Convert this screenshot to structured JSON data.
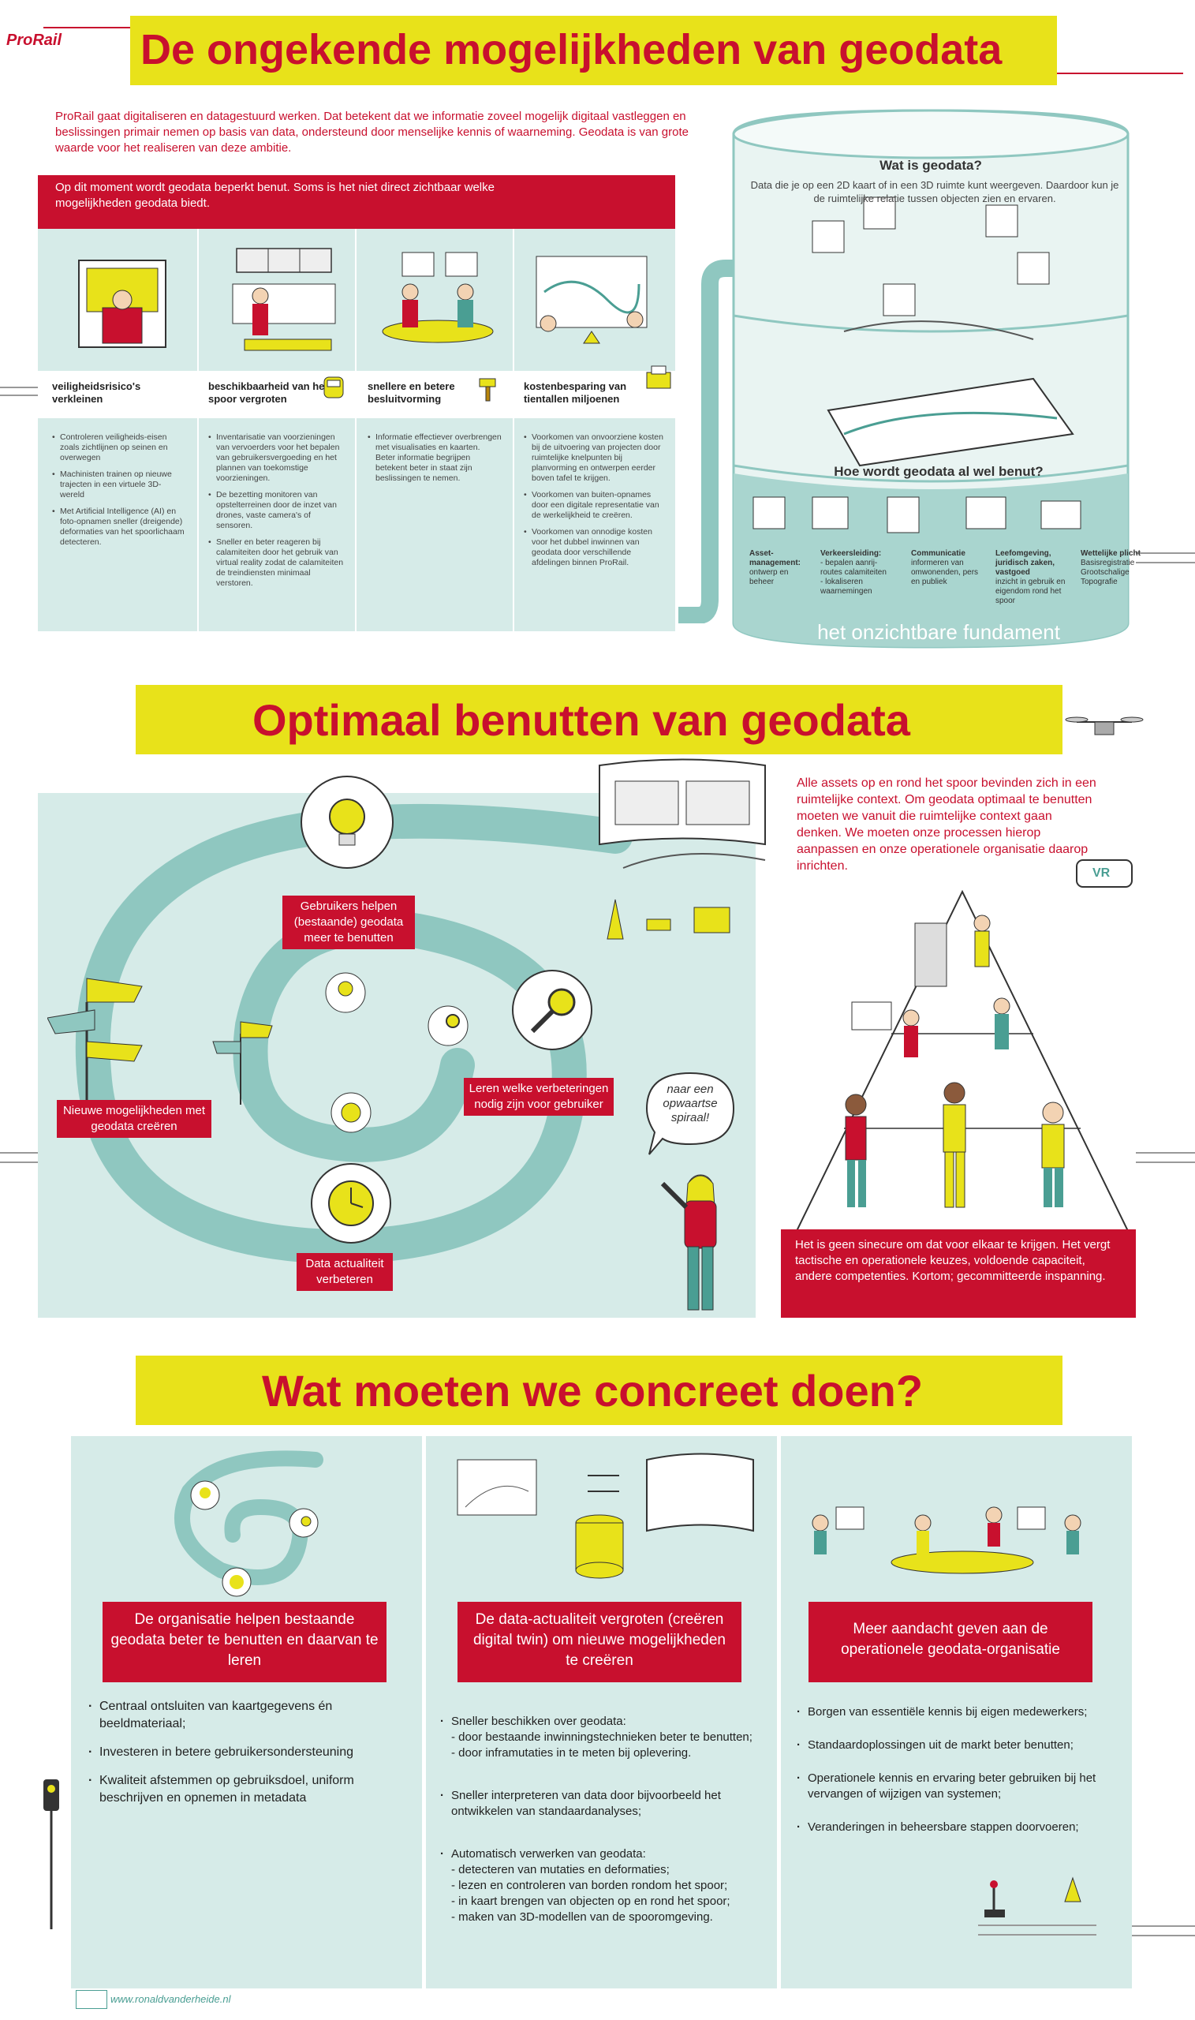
{
  "brand": {
    "logo": "ProRail"
  },
  "section1": {
    "title": "De ongekende mogelijkheden van geodata",
    "intro": "ProRail gaat digitaliseren en datagestuurd werken. Dat betekent dat we informatie zoveel mogelijk digitaal vastleggen en beslissingen primair nemen op basis van data, ondersteund door menselijke kennis of waarneming. Geodata is van grote waarde voor het realiseren van deze ambitie.",
    "banner": "Op dit moment wordt geodata beperkt benut. Soms is het niet direct zichtbaar welke mogelijkheden geodata biedt.",
    "columns": [
      {
        "title": "veiligheidsrisico's verkleinen",
        "bullets": [
          "Controleren veiligheids-eisen zoals zichtlijnen op seinen en overwegen",
          "Machinisten trainen op nieuwe trajecten in een virtuele 3D- wereld",
          "Met Artificial Intelligence (AI) en foto-opnamen sneller (dreigende) deformaties van het spoorlichaam detecteren."
        ]
      },
      {
        "title": "beschikbaarheid van het spoor vergroten",
        "bullets": [
          "Inventarisatie van voorzieningen van vervoerders voor het bepalen van gebruikersvergoeding en het plannen van toekomstige voorzieningen.",
          "De bezetting monitoren van opstelterreinen door de inzet van drones, vaste camera's of sensoren.",
          "Sneller en beter reageren bij calamiteiten door het gebruik van virtual reality zodat de calamiteiten de treindiensten minimaal verstoren."
        ]
      },
      {
        "title": "snellere en betere besluitvorming",
        "bullets": [
          "Informatie effectiever overbrengen met visualisaties en kaarten. Beter informatie begrijpen betekent beter in staat zijn beslissingen te nemen."
        ]
      },
      {
        "title": "kostenbesparing van tientallen miljoenen",
        "bullets": [
          "Voorkomen van onvoorziene kosten bij de uitvoering van projecten door ruimtelijke knelpunten bij planvorming en ontwerpen eerder boven tafel te krijgen.",
          "Voorkomen van buiten-opnames door een digitale representatie van de werkelijkheid te creëren.",
          "Voorkomen van onnodige kosten voor het dubbel inwinnen van geodata door verschillende afdelingen binnen ProRail."
        ]
      }
    ],
    "cylinder": {
      "q1": "Wat is geodata?",
      "a1": "Data die je op een 2D kaart of in een 3D ruimte kunt weergeven. Daardoor kun je de ruimtelijke relatie tussen objecten zien en ervaren.",
      "q2": "Hoe wordt geodata al wel benut?",
      "uses": [
        {
          "title": "Asset-management:",
          "text": "ontwerp en beheer"
        },
        {
          "title": "Verkeersleiding:",
          "text": "- bepalen aanrij-routes calamiteiten\n- lokaliseren waarnemingen"
        },
        {
          "title": "Communicatie",
          "text": "informeren van omwonenden, pers en publiek"
        },
        {
          "title": "Leefomgeving, juridisch zaken, vastgoed",
          "text": "inzicht in gebruik en eigendom rond het spoor"
        },
        {
          "title": "Wettelijke plicht",
          "text": "Basisregistratie Grootschalige Topografie"
        }
      ],
      "footer": "het onzichtbare fundament"
    }
  },
  "section2": {
    "title": "Optimaal benutten van geodata",
    "spiral_labels": {
      "top": "Gebruikers helpen (bestaande) geodata meer te benutten",
      "right": "Leren welke verbeteringen nodig zijn voor gebruiker",
      "bottom": "Data actualiteit verbeteren",
      "left": "Nieuwe mogelijkheden met geodata creëren"
    },
    "speech": "naar een opwaartse spiraal!",
    "right_text": "Alle assets op en rond het spoor bevinden zich in een ruimtelijke context. Om geodata optimaal te benutten moeten we vanuit die ruimtelijke context gaan denken. We moeten onze processen hierop aanpassen en onze operationele organisatie daarop inrichten.",
    "vr_label": "VR",
    "bottom_box": "Het is geen sinecure om dat voor elkaar te krijgen. Het vergt tactische en operationele keuzes, voldoende capaciteit, andere competenties. Kortom; gecommitteerde inspanning."
  },
  "section3": {
    "title": "Wat moeten we concreet doen?",
    "columns": [
      {
        "heading": "De organisatie helpen bestaande geodata beter te benutten en daarvan te leren",
        "bullets": [
          "Centraal ontsluiten van kaartgegevens én beeldmateriaal;",
          "Investeren in betere gebruikersondersteuning",
          "Kwaliteit afstemmen op gebruiksdoel, uniform beschrijven en opnemen in metadata"
        ]
      },
      {
        "heading": "De data-actualiteit vergroten (creëren digital twin) om nieuwe mogelijkheden te creëren",
        "bullets": [
          "Sneller beschikken over geodata:\n- door bestaande inwinningstechnieken beter te benutten;\n- door inframutaties in te meten bij oplevering.",
          "Sneller interpreteren van data door bijvoorbeeld het ontwikkelen van standaardanalyses;",
          "Automatisch verwerken van geodata:\n- detecteren van mutaties en deformaties;\n- lezen en controleren van borden rondom het spoor;\n- in kaart brengen van objecten op en rond het spoor;\n- maken van 3D-modellen van de spooromgeving."
        ]
      },
      {
        "heading": "Meer aandacht geven aan de operationele geodata-organisatie",
        "bullets": [
          "Borgen van essentiële kennis bij eigen medewerkers;",
          "Standaardoplossingen uit de markt beter benutten;",
          "Operationele kennis en ervaring beter gebruiken bij het vervangen of wijzigen van systemen;",
          "Veranderingen in beheersbare stappen doorvoeren;"
        ]
      }
    ],
    "credit": "www.ronaldvanderheide.nl"
  },
  "colors": {
    "red": "#c8102e",
    "yellow": "#e8e21a",
    "teal": "#d6ebe8",
    "teal_dark": "#8fc7c0"
  }
}
